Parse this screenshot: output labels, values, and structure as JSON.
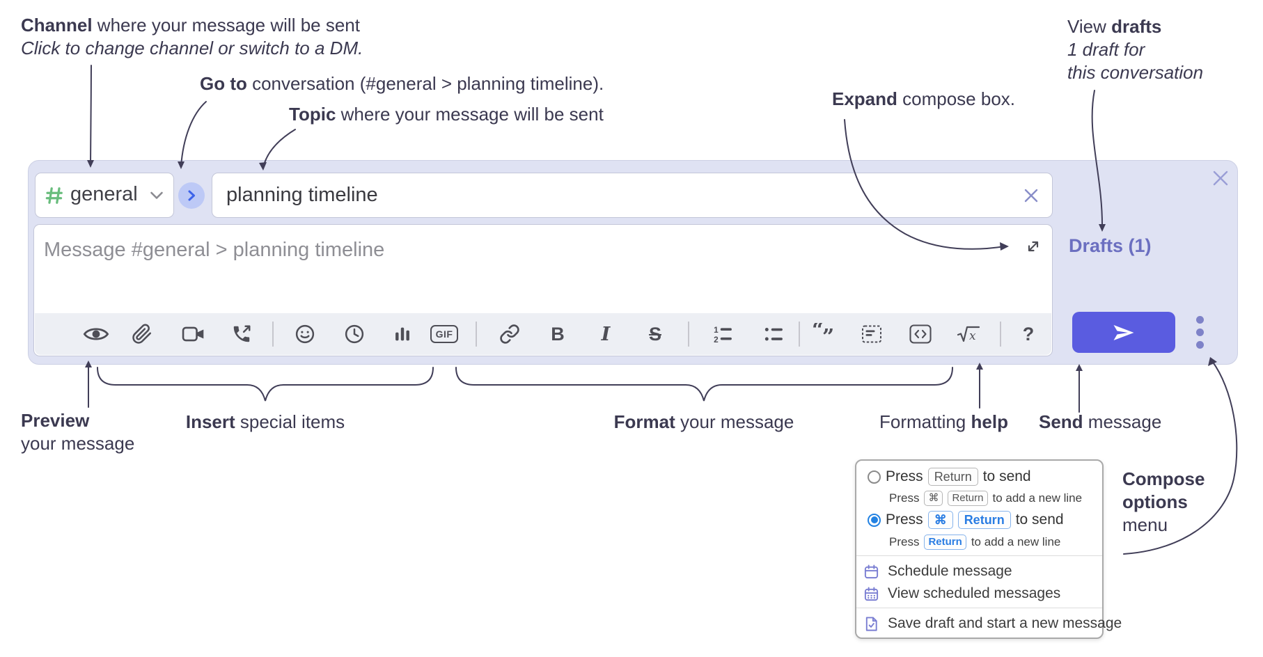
{
  "annotations": {
    "channel_line1_bold": "Channel",
    "channel_line1_rest": " where your message will be sent",
    "channel_line2": "Click to change channel or switch to a DM.",
    "goto_bold": "Go to",
    "goto_rest": " conversation (#general > planning timeline).",
    "topic_bold": "Topic",
    "topic_rest": " where your message will be sent",
    "expand_bold": "Expand",
    "expand_rest": " compose box.",
    "drafts_line1_pre": "View ",
    "drafts_line1_bold": "drafts",
    "drafts_line2": "1 draft for",
    "drafts_line3": "this conversation",
    "preview_bold": "Preview",
    "preview_line2": "your message",
    "insert_bold": "Insert",
    "insert_rest": " special items",
    "format_bold": "Format",
    "format_rest": " your message",
    "help_pre": "Formatting ",
    "help_bold": "help",
    "send_bold": "Send",
    "send_rest": " message",
    "compose_options_line1": "Compose",
    "compose_options_line2": "options",
    "compose_options_line3": "menu"
  },
  "compose": {
    "channel_name": "general",
    "topic_value": "planning timeline",
    "message_placeholder": "Message #general > planning timeline",
    "drafts_link": "Drafts (1)",
    "gif_label": "GIF",
    "help_icon": "?",
    "toolbar_icons": [
      "preview-eye",
      "attach-paperclip",
      "video-call",
      "audio-call",
      "emoji",
      "time",
      "poll",
      "gif",
      "link",
      "bold",
      "italic",
      "strikethrough",
      "numbered-list",
      "bulleted-list",
      "quote",
      "spoiler",
      "code",
      "math",
      "help"
    ]
  },
  "toolbar_letters": {
    "bold": "B",
    "italic": "I",
    "strike": "S"
  },
  "options_menu": {
    "row1_pre": "Press",
    "row1_key": "Return",
    "row1_post": "to send",
    "row1_sub_pre": "Press",
    "row1_sub_key1": "⌘",
    "row1_sub_key2": "Return",
    "row1_sub_post": "to add a new line",
    "row2_pre": "Press",
    "row2_key1": "⌘",
    "row2_key2": "Return",
    "row2_post": "to send",
    "row2_sub_pre": "Press",
    "row2_sub_key": "Return",
    "row2_sub_post": "to add a new line",
    "item_schedule": "Schedule message",
    "item_view_scheduled": "View scheduled messages",
    "item_save_draft": "Save draft and start a new message"
  },
  "colors": {
    "compose_bg": "#dfe2f3",
    "send_button": "#5a5ce0",
    "accent_blue": "#2a7de3",
    "drafts_link": "#6b6fc0",
    "channel_hash_green": "#69bd7d",
    "annotation_text": "#3b3950",
    "menu_icon_purple": "#7a7ed2"
  }
}
